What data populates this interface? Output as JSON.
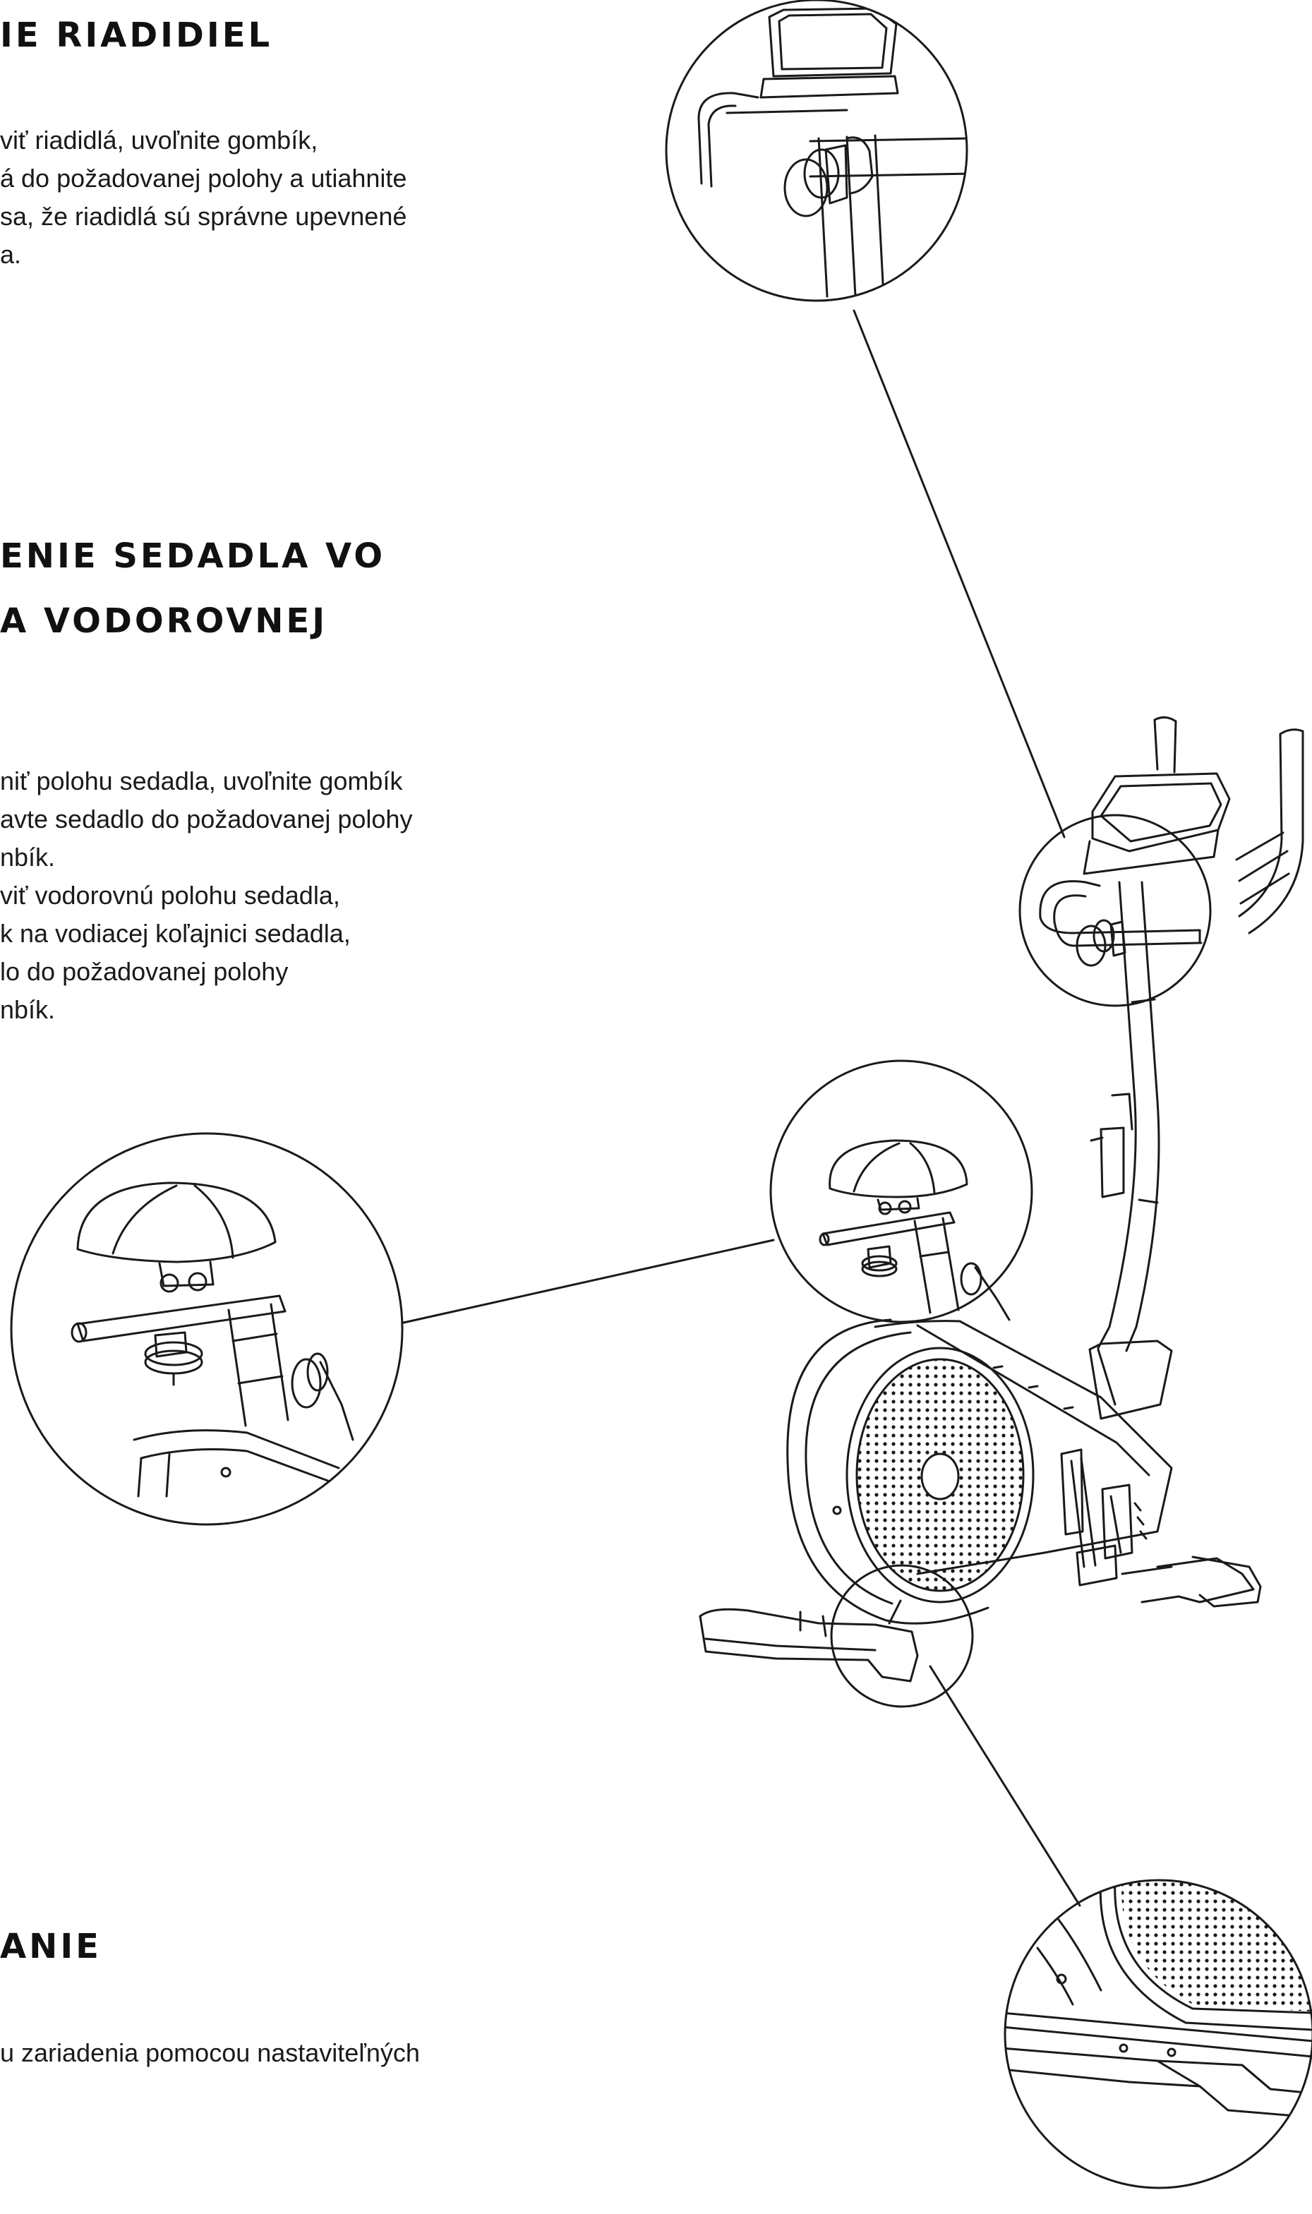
{
  "sections": [
    {
      "heading_lines": [
        "IE RIADIDIEL"
      ],
      "paragraph_lines": [
        "viť riadidlá, uvoľnite gombík,",
        "á do požadovanej polohy a utiahnite",
        "sa, že riadidlá sú správne upevnené",
        "a."
      ]
    },
    {
      "heading_lines": [
        "ENIE SEDADLA VO",
        "A VODOROVNEJ"
      ],
      "paragraph_lines": [
        "niť polohu sedadla, uvoľnite gombík",
        "avte sedadlo do požadovanej polohy",
        "nbík.",
        "viť vodorovnú polohu sedadla,",
        "k na vodiacej koľajnici sedadla,",
        "lo do požadovanej polohy",
        "nbík."
      ]
    },
    {
      "heading_lines": [
        "ANIE"
      ],
      "paragraph_lines": [
        "u zariadenia pomocou nastaviteľných"
      ]
    }
  ],
  "illustration": {
    "subject": "exercise-bike",
    "details": [
      "handlebar-knob-detail",
      "seat-knob-detail",
      "foot-leveler-detail"
    ]
  }
}
